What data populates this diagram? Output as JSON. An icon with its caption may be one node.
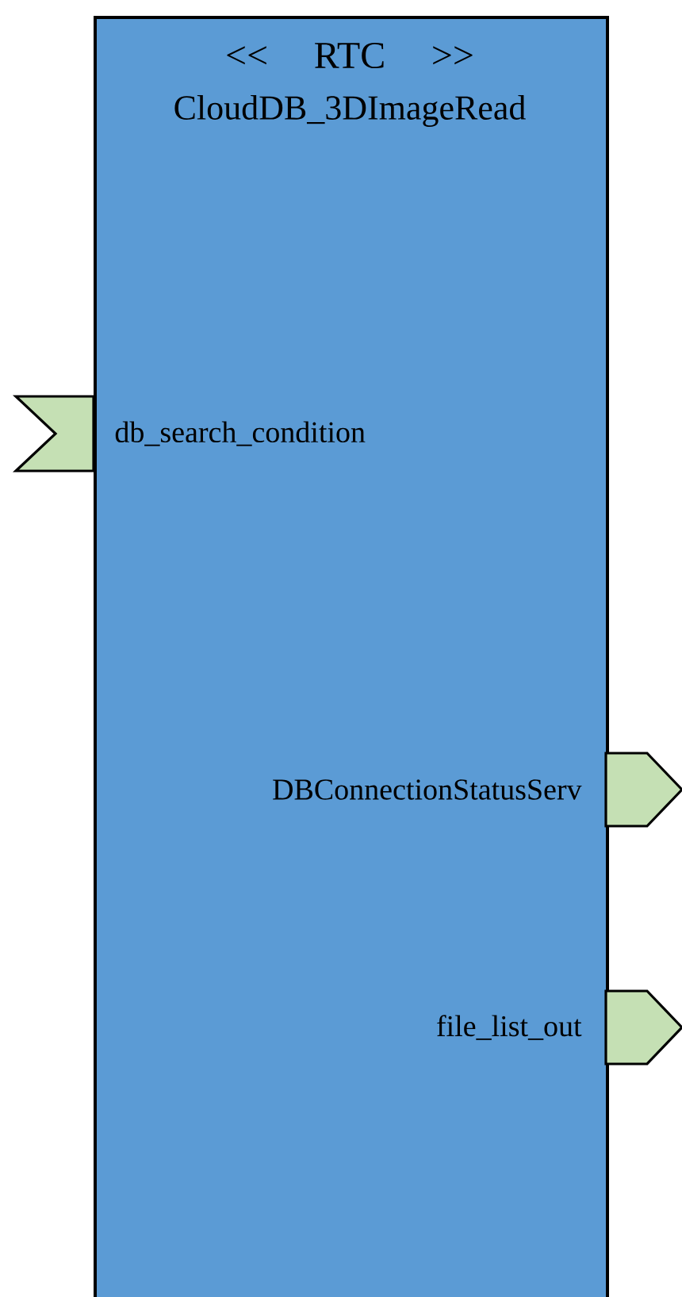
{
  "diagram": {
    "nodes": [
      {
        "text": [
          "<< RTC >>",
          "CloudDB_3DImageRead"
        ]
      },
      {
        "text": [
          "db_search_condition"
        ]
      },
      {
        "text": [
          "DBConnectionStatusServ"
        ]
      },
      {
        "text": [
          "file_list_out"
        ]
      }
    ]
  }
}
